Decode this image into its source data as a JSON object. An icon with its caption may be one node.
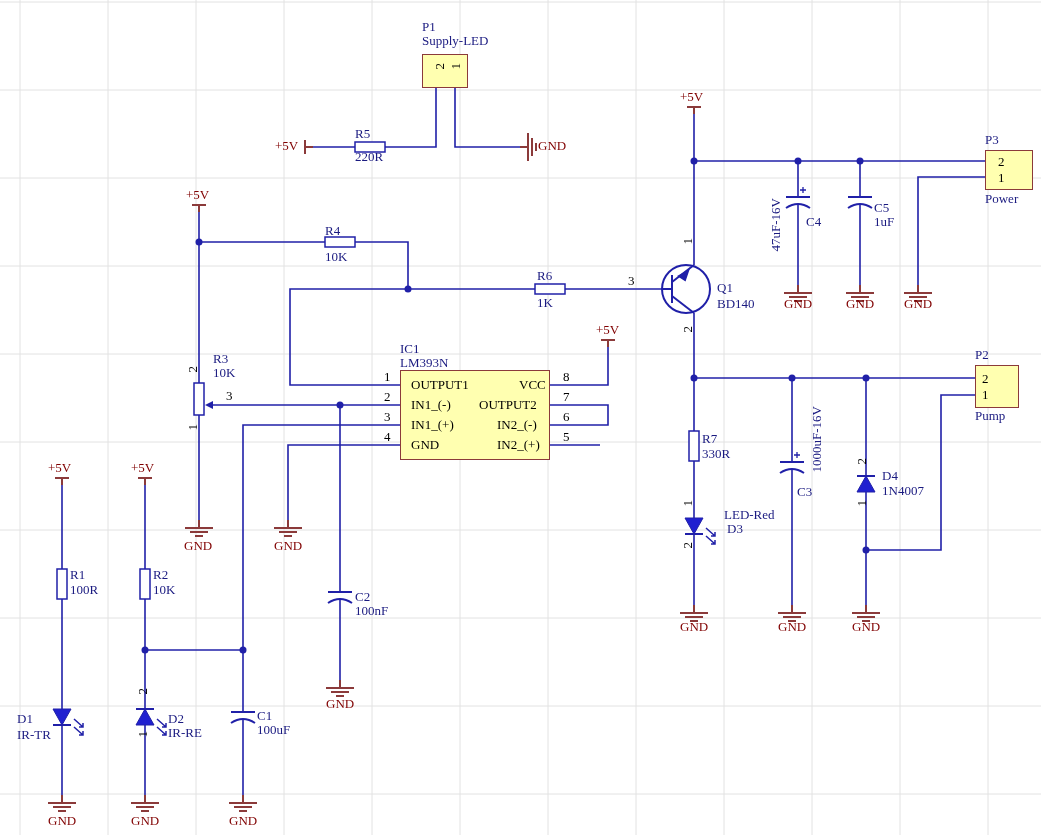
{
  "diagram": {
    "nodes": [
      {
        "text": [
          "OUTPUT1",
          "IN1_(-)",
          "IN1_(+)",
          "GND",
          "VCC",
          "OUTPUT2",
          "IN2_(-)",
          "IN2_(+)"
        ],
        "beside": [
          "IC1",
          "LM393N",
          "1",
          "2",
          "3",
          "4",
          "8",
          "7",
          "6",
          "5"
        ]
      },
      {
        "text": [
          "2",
          "1"
        ],
        "beside": [
          "P1",
          "Supply-LED"
        ]
      },
      {
        "text": [
          "2",
          "1"
        ],
        "beside": [
          "P3",
          "Power"
        ]
      },
      {
        "text": [
          "2",
          "1"
        ],
        "beside": [
          "P2",
          "Pump"
        ]
      }
    ],
    "labels": [
      "R5",
      "220R",
      "+5V",
      "GND",
      "+5V",
      "47uF-16V",
      "C4",
      "C5",
      "1uF",
      "GND",
      "GND",
      "GND",
      "+5V",
      "R4",
      "10K",
      "R6",
      "1K",
      "3",
      "1",
      "Q1",
      "BD140",
      "2",
      "+5V",
      "R3",
      "10K",
      "2",
      "3",
      "1",
      "R7",
      "330R",
      "1000uF-16V",
      "C3",
      "2",
      "D4",
      "1N4007",
      "1",
      "LED-Red",
      "D3",
      "1",
      "2",
      "+5V",
      "+5V",
      "GND",
      "GND",
      "R1",
      "100R",
      "R2",
      "10K",
      "C2",
      "100nF",
      "GND",
      "GND",
      "GND",
      "GND",
      "2",
      "D1",
      "IR-TR",
      "D2",
      "IR-RE",
      "1",
      "C1",
      "100uF",
      "GND",
      "GND",
      "GND"
    ]
  }
}
